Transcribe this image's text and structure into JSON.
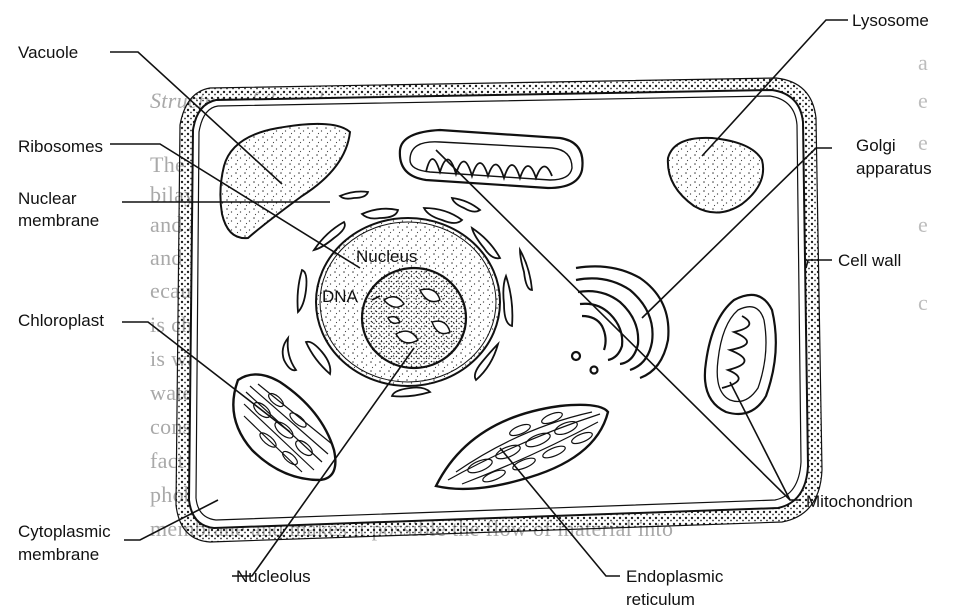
{
  "labels": {
    "vacuole": "Vacuole",
    "ribosomes": "Ribosomes",
    "nuclear_membrane": [
      "Nuclear",
      "membrane"
    ],
    "chloroplast": "Chloroplast",
    "cytoplasmic_membrane": [
      "Cytoplasmic",
      "membrane"
    ],
    "nucleolus": "Nucleolus",
    "endoplasmic_reticulum": [
      "Endoplasmic",
      "reticulum"
    ],
    "mitochondrion": "Mitochondrion",
    "cell_wall": "Cell wall",
    "golgi_apparatus": [
      "Golgi",
      "apparatus"
    ],
    "lysosome": "Lysosome",
    "nucleus": "Nucleus",
    "dna": "DNA"
  }
}
